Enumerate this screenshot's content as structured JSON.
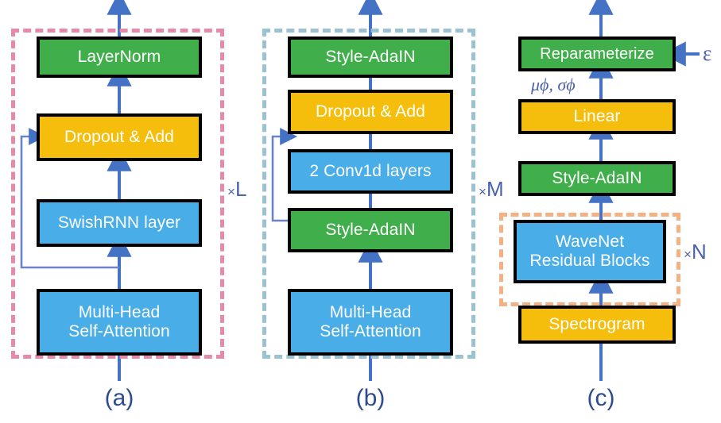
{
  "figure": {
    "kind": "neural-network-architecture-diagram",
    "panels": [
      {
        "id": "a",
        "caption": "(a)",
        "frame_color": "#e58ba8",
        "multiplier": "L",
        "multiplier_prefix": "×",
        "blocks": [
          {
            "label": "LayerNorm",
            "color": "green"
          },
          {
            "label": "Dropout & Add",
            "color": "amber"
          },
          {
            "label": "SwishRNN layer",
            "color": "blue"
          },
          {
            "label": "Multi-Head\nSelf-Attention",
            "color": "blue"
          }
        ]
      },
      {
        "id": "b",
        "caption": "(b)",
        "frame_color": "#9ac2d2",
        "multiplier": "M",
        "multiplier_prefix": "×",
        "blocks": [
          {
            "label": "Style-AdaIN",
            "color": "green"
          },
          {
            "label": "Dropout & Add",
            "color": "amber"
          },
          {
            "label": "2 Conv1d layers",
            "color": "blue"
          },
          {
            "label": "Style-AdaIN",
            "color": "green"
          },
          {
            "label": "Multi-Head\nSelf-Attention",
            "color": "blue"
          }
        ]
      },
      {
        "id": "c",
        "caption": "(c)",
        "frame_color": "#f4b183",
        "multiplier": "N",
        "multiplier_prefix": "×",
        "blocks": [
          {
            "label": "Reparameterize",
            "color": "green"
          },
          {
            "label": "Linear",
            "color": "amber"
          },
          {
            "label": "Style-AdaIN",
            "color": "green"
          },
          {
            "label": "WaveNet\nResidual Blocks",
            "color": "blue"
          },
          {
            "label": "Spectrogram",
            "color": "amber"
          }
        ],
        "annotations": {
          "latent_params": "μϕ, σϕ",
          "noise_input": "ε"
        }
      }
    ],
    "palette": {
      "green": "#41ae4c",
      "blue": "#49ade8",
      "amber": "#f5be0d",
      "arrow": "#4472c4",
      "skip_line": "#6b83cc",
      "box_border": "#000000",
      "caption": "#2e4b8f",
      "label": "#4a63ad",
      "background": "#ffffff"
    }
  }
}
